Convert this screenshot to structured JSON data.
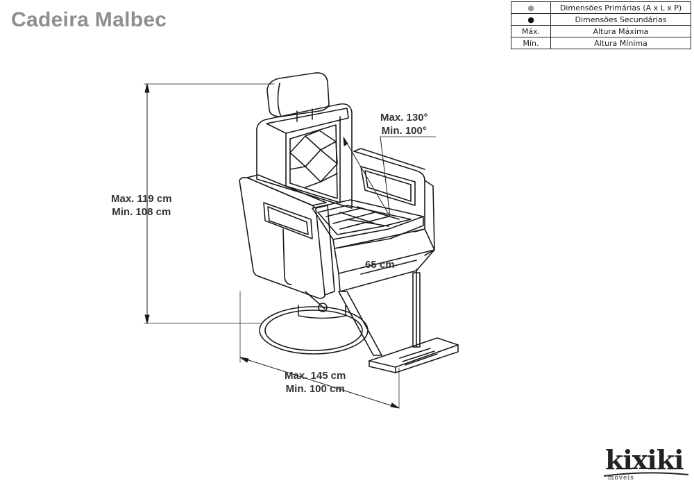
{
  "title": "Cadeira Malbec",
  "legend": [
    {
      "symbol": "●",
      "label": "Dimensões Primárias (A x L x P)"
    },
    {
      "symbol": "●",
      "label": "Dimensões Secundárias"
    },
    {
      "symbol": "Máx.",
      "label": "Altura Máxima"
    },
    {
      "symbol": "Mín.",
      "label": "Altura Mínima"
    }
  ],
  "dimensions": {
    "height_max": "Max. 119 cm",
    "height_min": "Min. 108 cm",
    "recline_max": "Max. 130°",
    "recline_min": "Min. 100°",
    "width": "65 cm",
    "depth_max": "Max. 145 cm",
    "depth_min": "Min. 100 cm"
  },
  "logo": {
    "word": "kixiki",
    "sub": "móveis"
  },
  "colors": {
    "title": "#8f8f8f",
    "line": "#1a1a1a"
  }
}
